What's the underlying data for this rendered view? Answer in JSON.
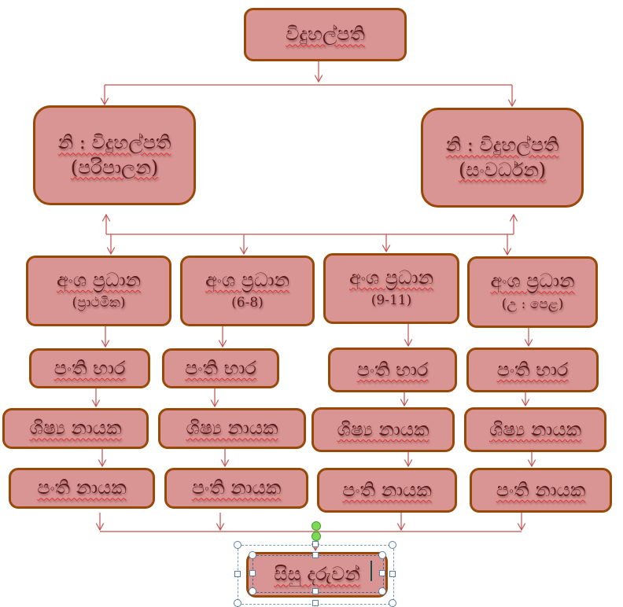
{
  "principal": {
    "label": "විදුහල්පති"
  },
  "deputies": [
    {
      "label": "නි : විදුහල්පති",
      "sub": "(පරිපාලන)"
    },
    {
      "label": "නි : විදුහල්පති",
      "sub": "(සංවර්ධන)"
    }
  ],
  "sections": [
    {
      "head": "අංශ ප්‍රධාන",
      "sub": "(ප්‍රාථමික)",
      "teacher": "පංති භාර",
      "student_leader": "ශිෂ්‍ය නායක",
      "monitor": "පංති නායක"
    },
    {
      "head": "අංශ ප්‍රධාන",
      "sub": "(6-8)",
      "teacher": "පංති භාර",
      "student_leader": "ශිෂ්‍ය නායක",
      "monitor": "පංති නායක"
    },
    {
      "head": "අංශ ප්‍රධාන",
      "sub": "(9-11)",
      "teacher": "පංති භාර",
      "student_leader": "ශිෂ්‍ය නායක",
      "monitor": "පංති නායක"
    },
    {
      "head": "අංශ ප්‍රධාන",
      "sub": "(උ : පෙළ)",
      "teacher": "පංති භාර",
      "student_leader": "ශිෂ්‍ය නායක",
      "monitor": "පංති නායක"
    }
  ],
  "students": {
    "label": "සිසු දරුවන්"
  },
  "colors": {
    "fill": "#d99594",
    "border": "#984807",
    "text": "#5c1a1a",
    "connector": "#c0504d"
  }
}
